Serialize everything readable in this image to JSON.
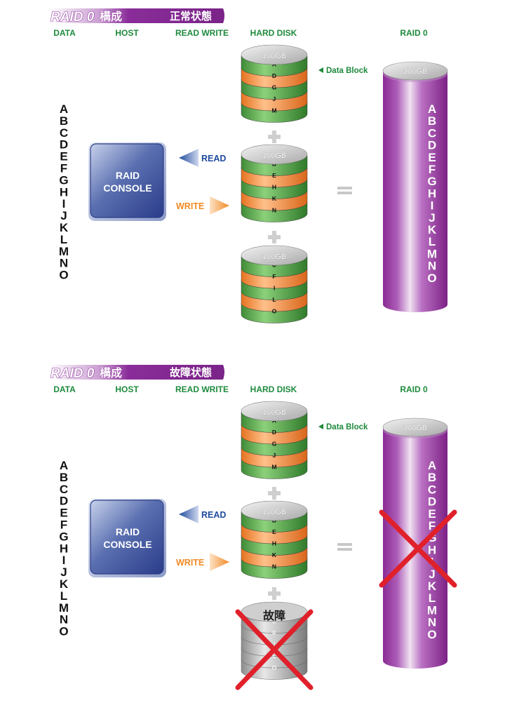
{
  "sections": [
    {
      "title_raid": "RAID 0",
      "title_config": "構成",
      "status": "正常状態",
      "headers": [
        "DATA",
        "HOST",
        "READ WRITE",
        "HARD DISK",
        "RAID 0"
      ],
      "data_letters": [
        "A",
        "B",
        "C",
        "D",
        "E",
        "F",
        "G",
        "H",
        "I",
        "J",
        "K",
        "L",
        "M",
        "N",
        "O"
      ],
      "console_lines": [
        "RAID",
        "CONSOLE"
      ],
      "read_label": "READ",
      "write_label": "WRITE",
      "data_block_label": "Data Block",
      "disks": [
        {
          "capacity": "100GB",
          "blocks": [
            "A",
            "D",
            "G",
            "J",
            "M"
          ],
          "failed": false,
          "fail_label": ""
        },
        {
          "capacity": "100GB",
          "blocks": [
            "B",
            "E",
            "H",
            "K",
            "N"
          ],
          "failed": false,
          "fail_label": ""
        },
        {
          "capacity": "100GB",
          "blocks": [
            "C",
            "F",
            "I",
            "L",
            "O"
          ],
          "failed": false,
          "fail_label": ""
        }
      ],
      "raid_capacity": "300GB",
      "raid_letters": [
        "A",
        "B",
        "C",
        "D",
        "E",
        "F",
        "G",
        "H",
        "I",
        "J",
        "K",
        "L",
        "M",
        "N",
        "O"
      ],
      "raid_failed": false
    },
    {
      "title_raid": "RAID 0",
      "title_config": "構成",
      "status": "故障状態",
      "headers": [
        "DATA",
        "HOST",
        "READ WRITE",
        "HARD DISK",
        "RAID 0"
      ],
      "data_letters": [
        "A",
        "B",
        "C",
        "D",
        "E",
        "F",
        "G",
        "H",
        "I",
        "J",
        "K",
        "L",
        "M",
        "N",
        "O"
      ],
      "console_lines": [
        "RAID",
        "CONSOLE"
      ],
      "read_label": "READ",
      "write_label": "WRITE",
      "data_block_label": "Data Block",
      "disks": [
        {
          "capacity": "100GB",
          "blocks": [
            "A",
            "D",
            "G",
            "J",
            "M"
          ],
          "failed": false,
          "fail_label": ""
        },
        {
          "capacity": "100GB",
          "blocks": [
            "B",
            "E",
            "H",
            "K",
            "N"
          ],
          "failed": false,
          "fail_label": ""
        },
        {
          "capacity": "",
          "blocks": [
            "C",
            "F",
            "I",
            "L",
            "O"
          ],
          "failed": true,
          "fail_label": "故障"
        }
      ],
      "raid_capacity": "300GB",
      "raid_letters": [
        "A",
        "B",
        "C",
        "D",
        "E",
        "F",
        "G",
        "H",
        "I",
        "J",
        "K",
        "L",
        "M",
        "N",
        "O"
      ],
      "raid_failed": true
    }
  ],
  "colors": {
    "header_green": "#1e8a3c",
    "title_purple": "#8a2d9a",
    "read_blue": "#1f4a9e",
    "write_orange": "#f28a25",
    "block_green": "#5aa44c",
    "block_orange": "#f0883a",
    "raid_purple": "#8e2f97",
    "fail_red": "#e0202a"
  }
}
